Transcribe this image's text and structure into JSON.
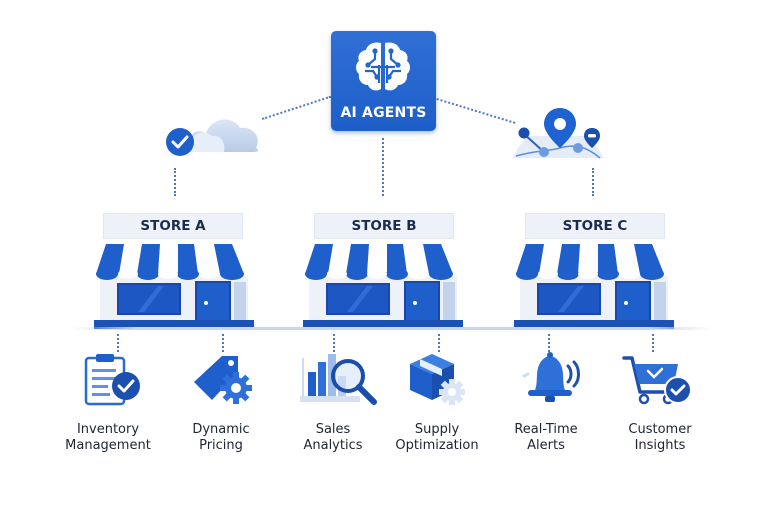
{
  "hub": {
    "label": "AI AGENTS",
    "icon": "brain-circuit-icon"
  },
  "top_icons": [
    {
      "name": "cloud-check-icon"
    },
    {
      "name": "map-location-icon"
    }
  ],
  "stores": [
    {
      "label": "STORE A"
    },
    {
      "label": "STORE B"
    },
    {
      "label": "STORE C"
    }
  ],
  "features": [
    {
      "line1": "Inventory",
      "line2": "Management",
      "icon": "clipboard-check-icon"
    },
    {
      "line1": "Dynamic",
      "line2": "Pricing",
      "icon": "price-tag-gear-icon"
    },
    {
      "line1": "Sales",
      "line2": "Analytics",
      "icon": "bar-chart-magnifier-icon"
    },
    {
      "line1": "Supply",
      "line2": "Optimization",
      "icon": "box-gear-icon"
    },
    {
      "line1": "Real-Time",
      "line2": "Alerts",
      "icon": "bell-icon"
    },
    {
      "line1": "Customer",
      "line2": "Insights",
      "icon": "cart-check-icon"
    }
  ],
  "colors": {
    "primary": "#1f5fcc",
    "dark": "#1a47a8",
    "light": "#cfdcf3",
    "connector": "#4a78c4"
  }
}
